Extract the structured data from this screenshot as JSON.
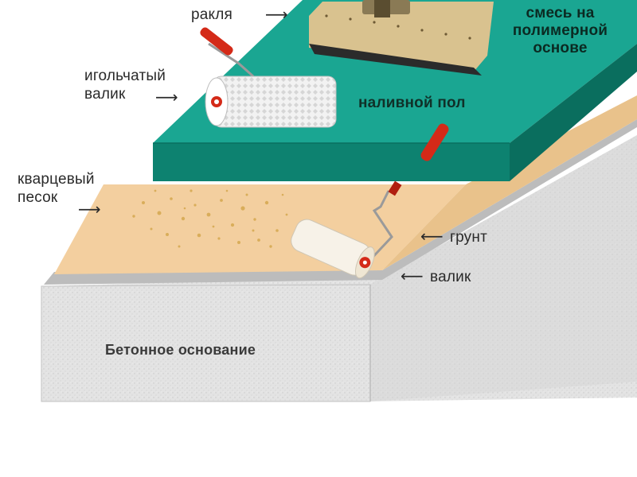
{
  "labels": {
    "rakla": "ракля",
    "mixture": [
      "смесь на",
      "полимерной",
      "основе"
    ],
    "needle_roller": [
      "игольчатый",
      "валик"
    ],
    "self_leveling_floor": "наливной пол",
    "quartz_sand": [
      "кварцевый",
      "песок"
    ],
    "primer": "грунт",
    "roller": "валик",
    "concrete_base": "Бетонное основание"
  },
  "colors": {
    "floor_top": "#1aa592",
    "floor_side": "#0c7f6c",
    "sand_layer": "#f2cc98",
    "sand_grains": "#d7a94e",
    "concrete_top": "#e6e6e6",
    "concrete_front": "#dcdcdc",
    "concrete_side": "#cfcfcf",
    "handle_red": "#d42a18"
  }
}
